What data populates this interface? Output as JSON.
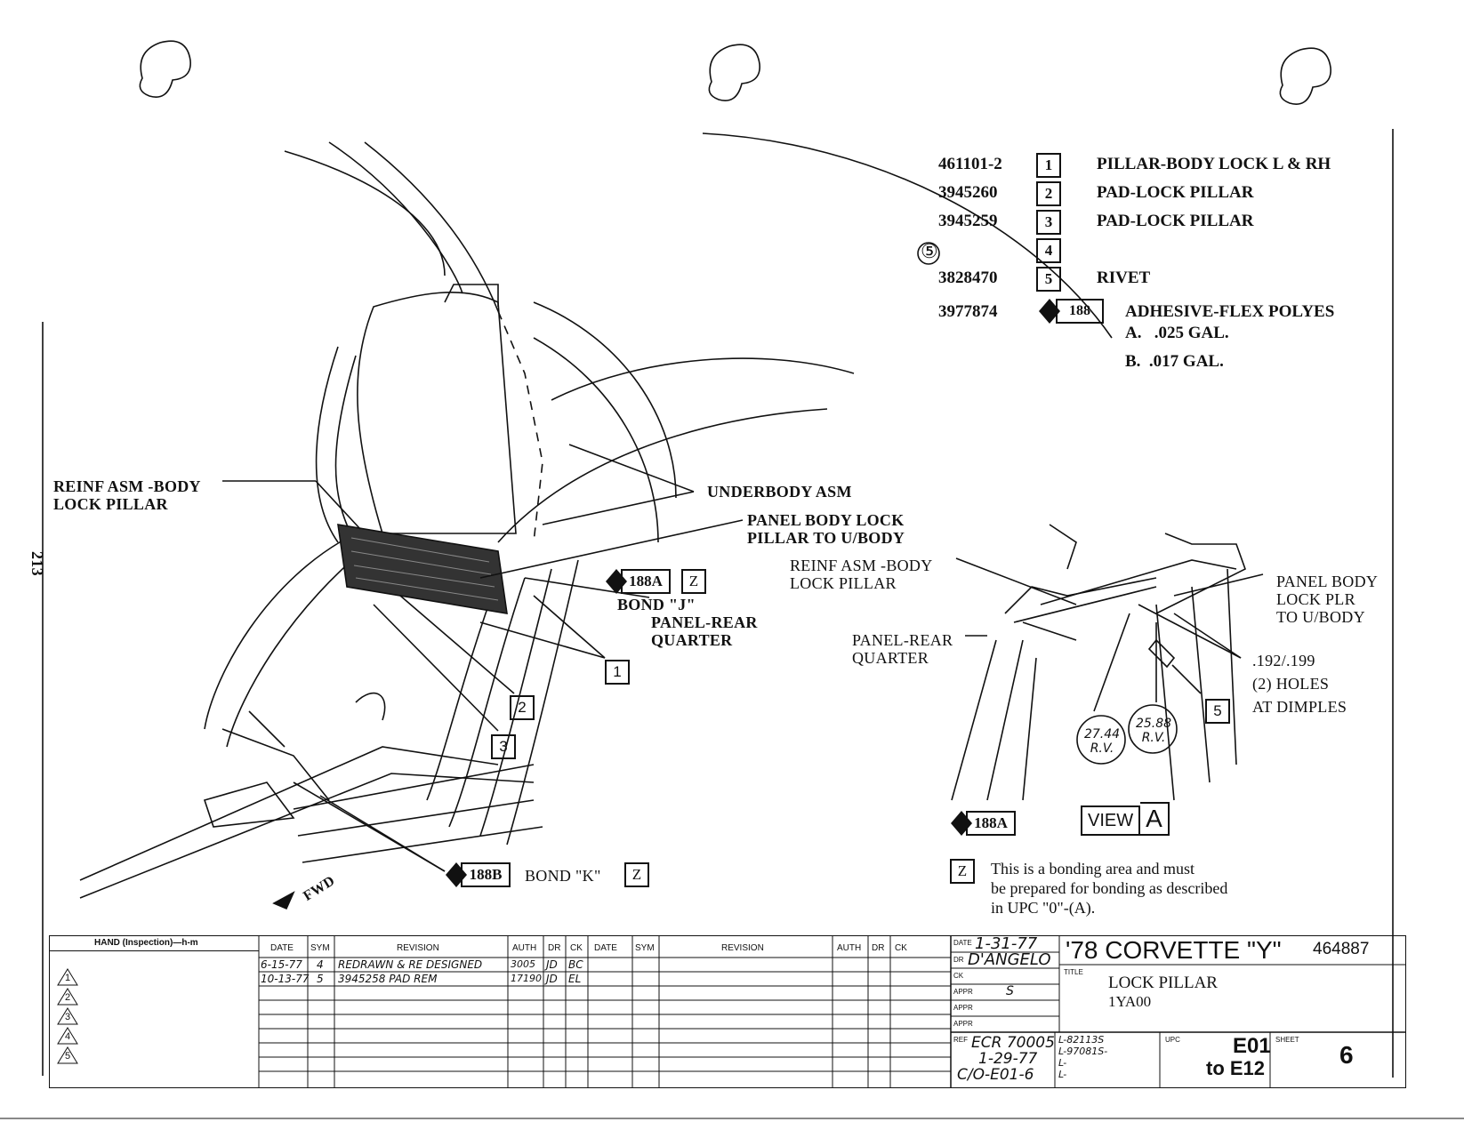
{
  "page_number": "213",
  "parts": [
    {
      "number": "461101-2",
      "key": "1",
      "description": "PILLAR-BODY LOCK L & RH"
    },
    {
      "number": "3945260",
      "key": "2",
      "description": "PAD-LOCK PILLAR"
    },
    {
      "number": "3945259",
      "key": "3",
      "description": "PAD-LOCK PILLAR"
    },
    {
      "number": "⑤",
      "key": "4",
      "description": ""
    },
    {
      "number": "3828470",
      "key": "5",
      "description": "RIVET"
    },
    {
      "number": "3977874",
      "key": "188",
      "description": "ADHESIVE-FLEX POLYES"
    }
  ],
  "adhesive_sub": [
    "A.   .025 GAL.",
    "B.  .017 GAL."
  ],
  "callouts": {
    "reinf_left": "REINF ASM -BODY\nLOCK PILLAR",
    "underbody": "UNDERBODY ASM",
    "panel_body_lock": "PANEL BODY LOCK\nPILLAR TO U/BODY",
    "tag_188a": "188A",
    "z": "Z",
    "bond_j": "BOND \"J\"",
    "panel_rear_left": "PANEL-REAR\nQUARTER",
    "key1": "1",
    "key2": "2",
    "key3": "3",
    "tag_188b": "188B",
    "bond_k": "BOND \"K\"",
    "fwd": "FWD",
    "reinf_right": "REINF ASM -BODY\nLOCK PILLAR",
    "panel_body_right": "PANEL BODY\nLOCK PLR\nTO U/BODY",
    "panel_rear_right": "PANEL-REAR\nQUARTER",
    "holes": ".192/.199\n(2) HOLES\nAT DIMPLES",
    "key5": "5",
    "rv1": "27.44\nR.V.",
    "rv2": "25.88\nR.V.",
    "view_word": "VIEW",
    "view_letter": "A"
  },
  "note": {
    "key": "Z",
    "text": "This is a bonding area and must\nbe prepared for bonding as described\nin UPC \"0\"-(A)."
  },
  "title_block": {
    "hand_label": "HAND (Inspection)—h-m",
    "headers": [
      "DATE",
      "SYM",
      "REVISION",
      "AUTH",
      "DR",
      "CK",
      "DATE",
      "SYM",
      "REVISION",
      "AUTH",
      "DR",
      "CK"
    ],
    "revisions": [
      {
        "date": "6-15-77",
        "sym": "4",
        "revision": "REDRAWN & RE DESIGNED",
        "auth": "3005",
        "dr": "JD",
        "ck": "BC"
      },
      {
        "date": "10-13-77",
        "sym": "5",
        "revision": "3945258 PAD REM",
        "auth": "17190",
        "dr": "JD",
        "ck": "EL"
      }
    ],
    "date_label": "DATE",
    "date_value": "1-31-77",
    "dr_label": "DR",
    "dr_value": "D'ANGELO",
    "ck_label": "CK",
    "ck_value": "",
    "appr_label": "APPR",
    "appr_value": "S",
    "model": "'78 CORVETTE \"Y\"",
    "model_number": "464887",
    "title_label": "TITLE",
    "title": "LOCK PILLAR",
    "code": "1YA00",
    "ref_label": "REF",
    "ref_lines": [
      "ECR 70005",
      "1-29-77",
      "C/O-E01-6"
    ],
    "l_lines": [
      "L-82113S",
      "L-97081S-",
      "L-",
      "L-"
    ],
    "upc_label": "UPC",
    "upc_lines": [
      "E01",
      "to E12"
    ],
    "sheet_label": "SHEET",
    "sheet": "6",
    "triangles": [
      "1",
      "2",
      "3",
      "4",
      "5"
    ]
  }
}
